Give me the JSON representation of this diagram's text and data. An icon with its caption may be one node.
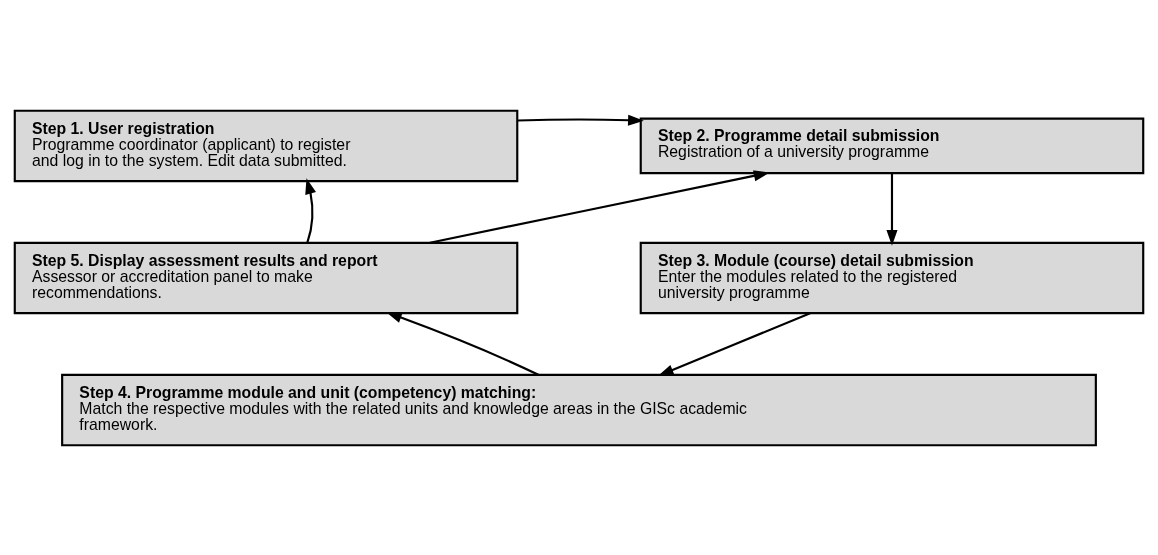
{
  "diagram": {
    "nodes": [
      {
        "text": [
          "Step 1. User registration",
          "Programme coordinator (applicant) to register and log in to the system. Edit data submitted."
        ]
      },
      {
        "text": [
          "Step 2. Programme detail submission",
          "Registration of a university programme"
        ]
      },
      {
        "text": [
          "Step 5. Display assessment results and report",
          "Assessor or accreditation panel to make recommendations."
        ]
      },
      {
        "text": [
          "Step 3. Module (course) detail submission",
          "Enter the modules related to the registered university programme"
        ]
      },
      {
        "text": [
          "Step 4. Programme module and unit (competency) matching:",
          "Match the respective modules with the related units and knowledge areas in the GISc academic framework."
        ]
      }
    ],
    "edges": [
      {
        "from": 0,
        "to": 1,
        "arrow": "to"
      },
      {
        "from": 2,
        "to": 1,
        "arrow": "to"
      },
      {
        "from": 1,
        "to": 3,
        "arrow": "to"
      },
      {
        "from": 3,
        "to": 4,
        "arrow": "to"
      },
      {
        "from": 4,
        "to": 2,
        "arrow": "to"
      },
      {
        "from": 2,
        "to": 0,
        "arrow": "to"
      }
    ]
  }
}
